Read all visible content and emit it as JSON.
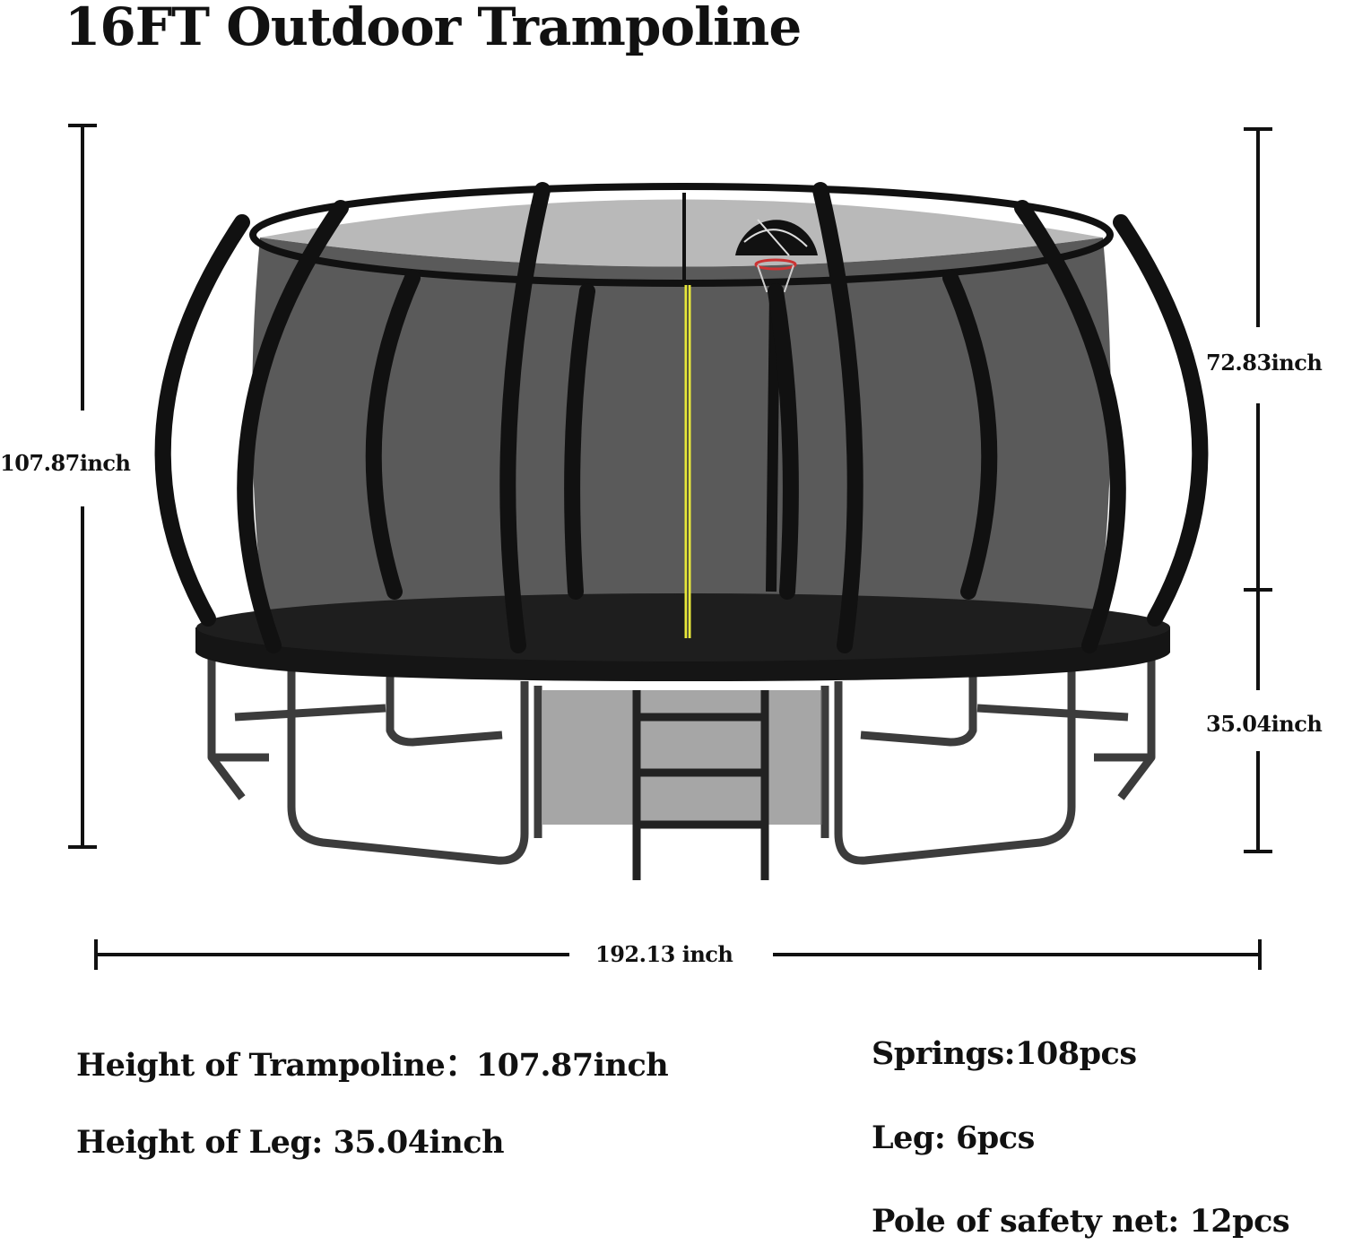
{
  "title": "16FT Outdoor Trampoline",
  "dimensions": {
    "total_height": "107.87inch",
    "net_height": "72.83inch",
    "leg_height": "35.04inch",
    "width": "192.13 inch"
  },
  "specs": {
    "height_trampoline": "Height of Trampoline：107.87inch",
    "height_leg": "Height of Leg: 35.04inch",
    "springs": "Springs:108pcs",
    "legs": "Leg: 6pcs",
    "poles": "Pole of safety net: 12pcs"
  },
  "colors": {
    "frame": "#111111",
    "net": "#5a5a5a",
    "legs": "#3c3c3c",
    "center_pole": "#e8e83a"
  }
}
